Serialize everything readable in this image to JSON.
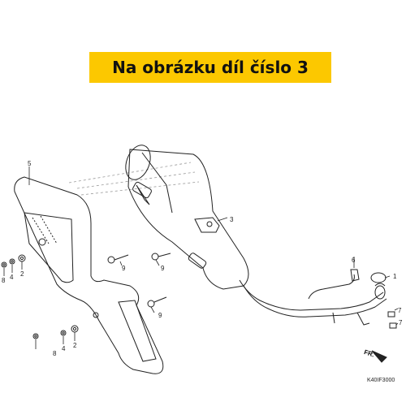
{
  "banner": {
    "text": "Na obrázku díl číslo 3",
    "color": "#fcc800"
  },
  "callouts": {
    "c1": "1",
    "c2a": "2",
    "c2b": "2",
    "c3": "3",
    "c4a": "4",
    "c4b": "4",
    "c5": "5",
    "c6": "6",
    "c7a": "7",
    "c7b": "7",
    "c8a": "8",
    "c8b": "8",
    "c9a": "9",
    "c9b": "9",
    "c9c": "9"
  },
  "direction_label": "FR.",
  "diagram_code": "K40IF3000"
}
